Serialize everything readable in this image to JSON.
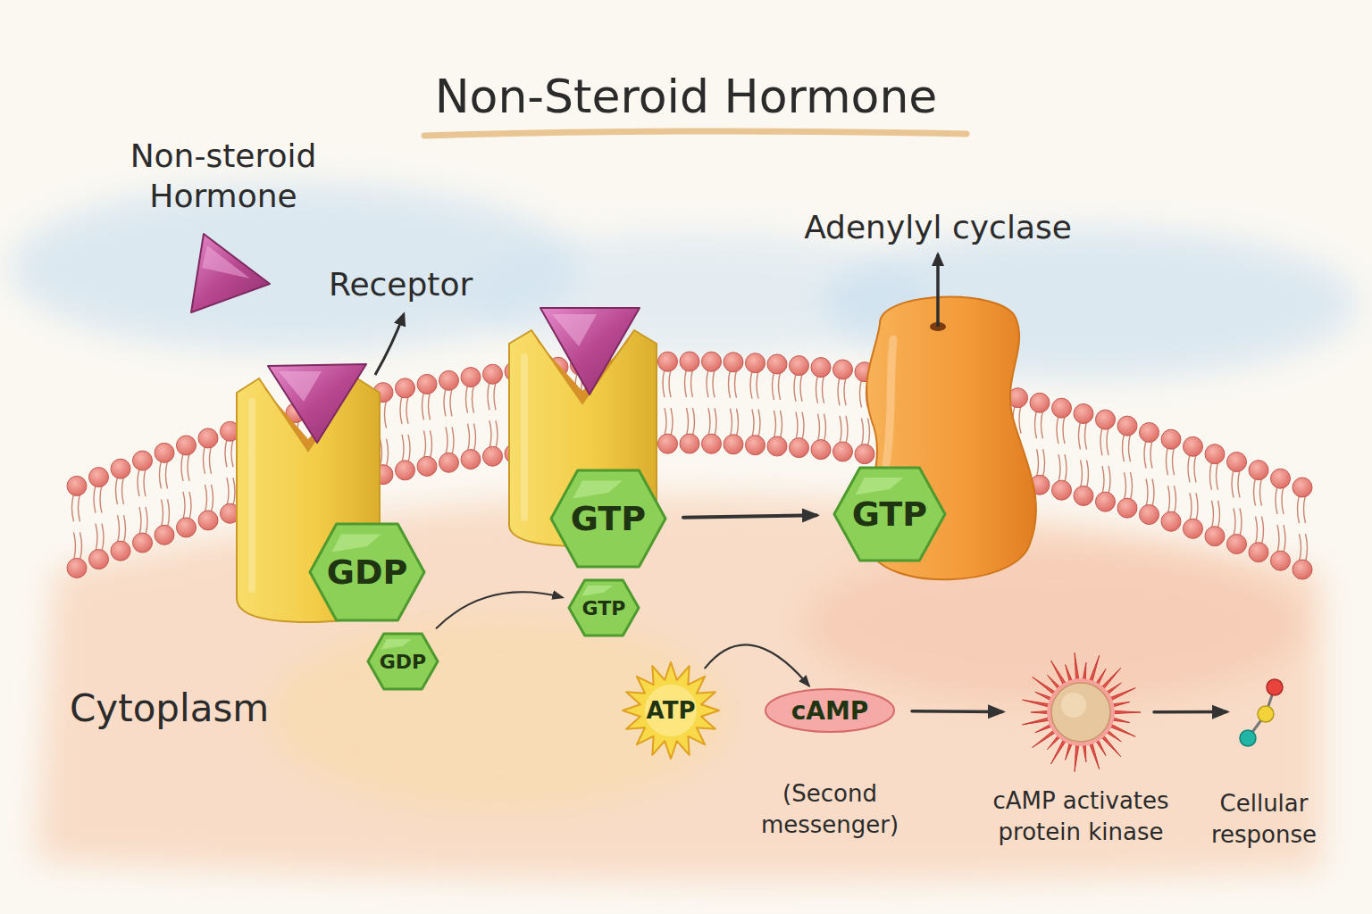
{
  "diagram": {
    "title": "Non-Steroid Hormone",
    "nodes": [
      {
        "text": [
          "GDP"
        ]
      },
      {
        "text": [
          "GTP"
        ]
      },
      {
        "text": [
          "GTP"
        ]
      },
      {
        "text": [
          "GDP"
        ]
      },
      {
        "text": [
          "GTP"
        ]
      },
      {
        "text": [
          "ATP"
        ]
      },
      {
        "text": [
          "cAMP",
          "(Second messenger)"
        ]
      },
      {
        "text": [
          "cAMP activates protein kinase"
        ]
      },
      {
        "text": [
          "Cellular response"
        ]
      }
    ],
    "edges": [
      {
        "from": 1,
        "to": 2,
        "arrow": "to"
      },
      {
        "from": 3,
        "to": 4,
        "arrow": "to"
      },
      {
        "from": 5,
        "to": 6,
        "arrow": "to"
      },
      {
        "from": 6,
        "to": 7,
        "arrow": "to"
      },
      {
        "from": 7,
        "to": 8,
        "arrow": "to"
      }
    ],
    "labels": [
      "Non-steroid Hormone",
      "Receptor",
      "Adenylyl cyclase",
      "Cytoplasm"
    ]
  }
}
